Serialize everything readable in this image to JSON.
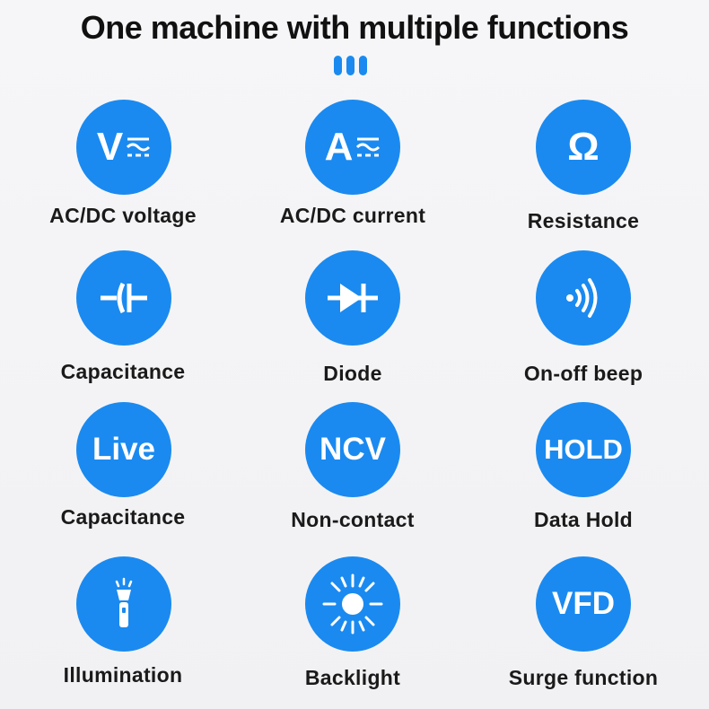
{
  "header": {
    "title": "One machine with multiple functions"
  },
  "accent_color": "#1a8af0",
  "functions": [
    {
      "label": "AC/DC voltage",
      "icon": "voltage-ac-dc-icon",
      "icon_text": "V"
    },
    {
      "label": "AC/DC current",
      "icon": "current-ac-dc-icon",
      "icon_text": "A"
    },
    {
      "label": "Resistance",
      "icon": "omega-icon",
      "icon_text": "Ω"
    },
    {
      "label": "Capacitance",
      "icon": "capacitor-icon"
    },
    {
      "label": "Diode",
      "icon": "diode-icon"
    },
    {
      "label": "On-off beep",
      "icon": "sound-wave-icon"
    },
    {
      "label": "Capacitance",
      "icon": "live-icon",
      "icon_text": "Live"
    },
    {
      "label": "Non-contact",
      "icon": "ncv-icon",
      "icon_text": "NCV"
    },
    {
      "label": "Data Hold",
      "icon": "hold-icon",
      "icon_text": "HOLD"
    },
    {
      "label": "Illumination",
      "icon": "flashlight-icon"
    },
    {
      "label": "Backlight",
      "icon": "sun-icon"
    },
    {
      "label": "Surge function",
      "icon": "vfd-icon",
      "icon_text": "VFD"
    }
  ]
}
